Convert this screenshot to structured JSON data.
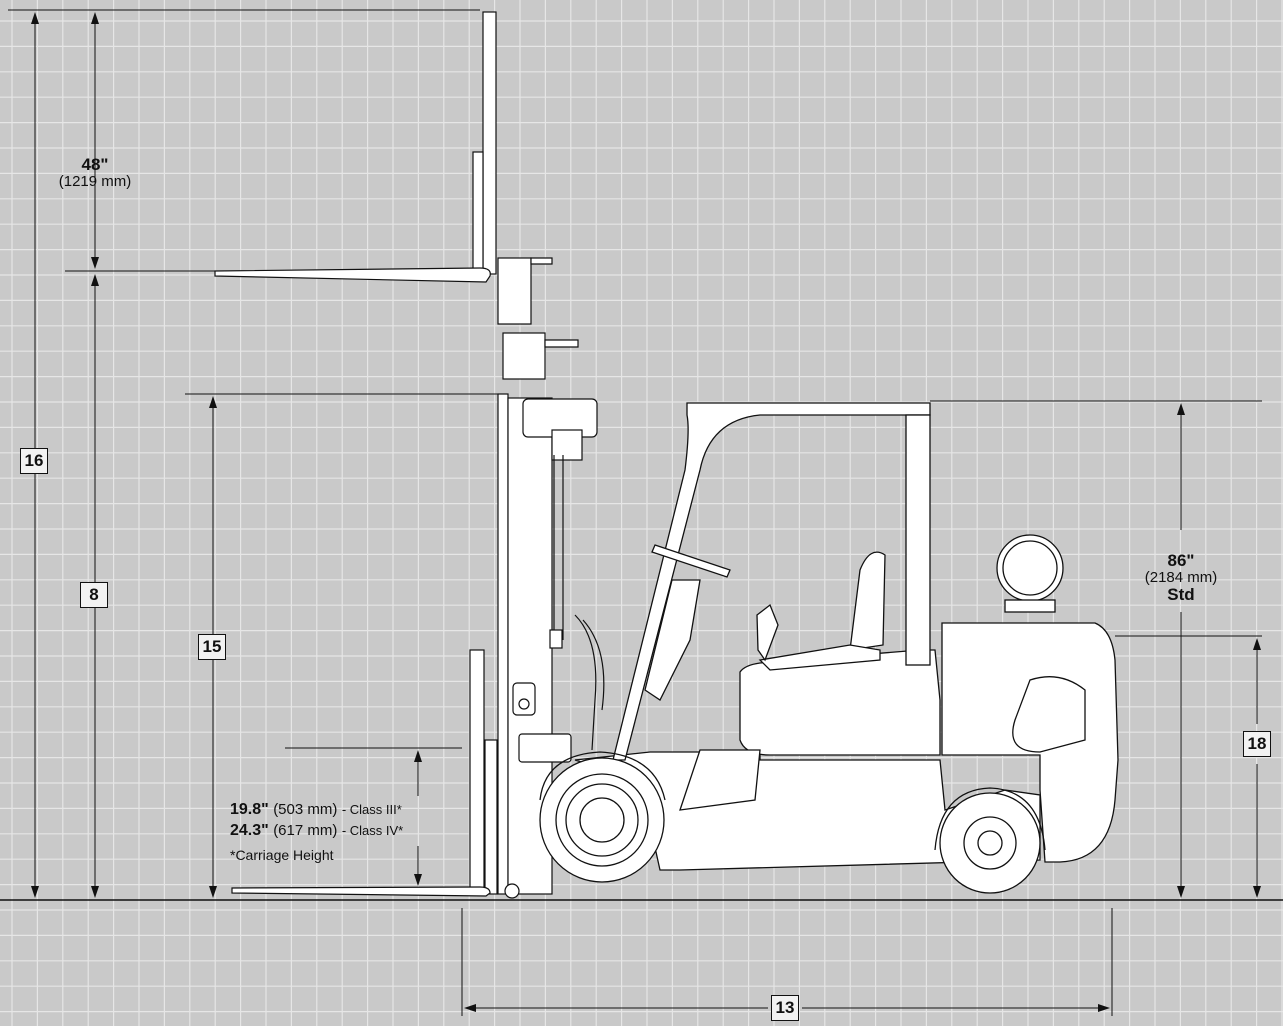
{
  "colors": {
    "background": "#c9c9c9",
    "grid": "#e6e6e6",
    "line": "#111111",
    "truck_fill": "#ffffff"
  },
  "callouts": [
    "16",
    "8",
    "15",
    "18",
    "13"
  ],
  "labels": {
    "free_lift": {
      "value": "48\"",
      "metric": "(1219 mm)"
    },
    "overhead_guard": {
      "value": "86\"",
      "metric": "(2184 mm)",
      "note": "Std"
    },
    "carriage_class3": {
      "value": "19.8\"",
      "metric": "(503 mm)",
      "suffix": "- Class III*"
    },
    "carriage_class4": {
      "value": "24.3\"",
      "metric": "(617 mm)",
      "suffix": "- Class IV*"
    },
    "carriage_footnote": "*Carriage Height"
  }
}
